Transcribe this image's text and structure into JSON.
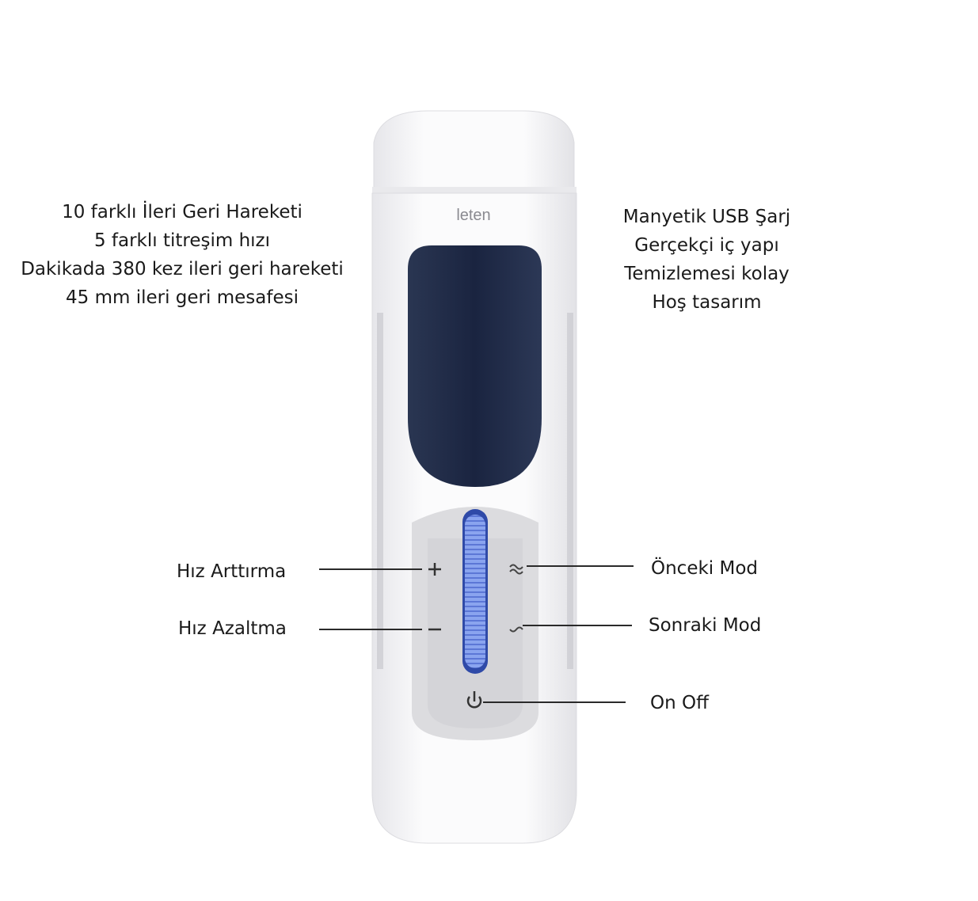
{
  "features_left": [
    "10 farklı İleri Geri Hareketi",
    "5 farklı titreşim hızı",
    "Dakikada 380 kez ileri geri hareketi",
    "45 mm ileri geri mesafesi"
  ],
  "features_right": [
    "Manyetik USB Şarj",
    "Gerçekçi iç yapı",
    "Temizlemesi kolay",
    "Hoş tasarım"
  ],
  "device": {
    "brand": "leten"
  },
  "callouts": {
    "speed_up": "Hız Arttırma",
    "speed_down": "Hız Azaltma",
    "prev_mode": "Önceki Mod",
    "next_mode": "Sonraki Mod",
    "power": "On Off"
  },
  "icons": {
    "plus": "plus-icon",
    "minus": "minus-icon",
    "prev_mode": "wave-up-icon",
    "next_mode": "wave-down-icon",
    "power": "power-icon"
  },
  "colors": {
    "body": "#f4f4f6",
    "window": "#1e2a45",
    "slider": "#5a78d8",
    "panel": "#dcdcdf"
  }
}
